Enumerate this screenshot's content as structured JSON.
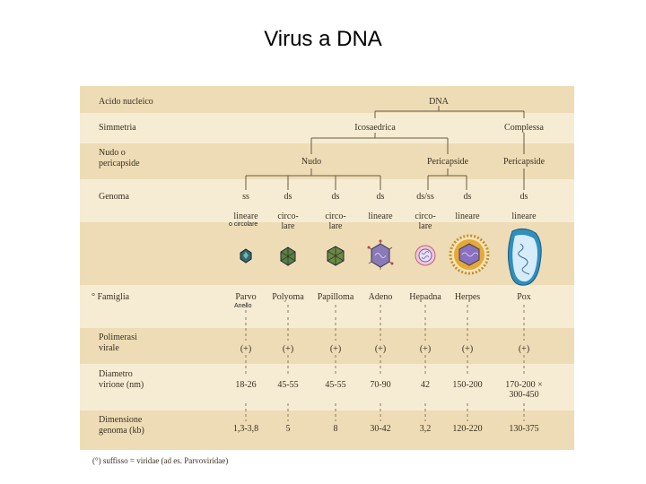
{
  "title": "Virus a DNA",
  "rows": {
    "acido": "Acido nucleico",
    "simmetria": "Simmetria",
    "nudo": "Nudo o\npericapside",
    "genoma": "Genoma",
    "famiglia": "° Famiglia",
    "polimerasi": "Polimerasi\nvirale",
    "diametro": "Diametro\nvirione (nm)",
    "dimensione": "Dimensione\ngenoma (kb)"
  },
  "tree": {
    "dna": "DNA",
    "icosaedrica": "Icosaedrica",
    "complessa": "Complessa",
    "nudo": "Nudo",
    "pericapside_a": "Pericapside",
    "pericapside_b": "Pericapside"
  },
  "columns": [
    {
      "genoma": "ss",
      "forma": "lineare",
      "famiglia": "Parvo",
      "polimerasi": "(+)",
      "diametro": "18-26",
      "dimensione": "1,3-3,8"
    },
    {
      "genoma": "ds",
      "forma": "circo-\nlare",
      "famiglia": "Polyoma",
      "polimerasi": "(+)",
      "diametro": "45-55",
      "dimensione": "5"
    },
    {
      "genoma": "ds",
      "forma": "circo-\nlare",
      "famiglia": "Papilloma",
      "polimerasi": "(+)",
      "diametro": "45-55",
      "dimensione": "8"
    },
    {
      "genoma": "ds",
      "forma": "lineare",
      "famiglia": "Adeno",
      "polimerasi": "(+)",
      "diametro": "70-90",
      "dimensione": "30-42"
    },
    {
      "genoma": "ds/ss",
      "forma": "circo-\nlare",
      "famiglia": "Hepadna",
      "polimerasi": "(+)",
      "diametro": "42",
      "dimensione": "3,2"
    },
    {
      "genoma": "ds",
      "forma": "lineare",
      "famiglia": "Herpes",
      "polimerasi": "(+)",
      "diametro": "150-200",
      "dimensione": "120-220"
    },
    {
      "genoma": "ds",
      "forma": "lineare",
      "famiglia": "Pox",
      "polimerasi": "(+)",
      "diametro": "170-200 ×\n300-450",
      "dimensione": "130-375"
    }
  ],
  "annotations": {
    "o_circolare": "o circolare",
    "anello": "Anello"
  },
  "footnote": "(°) suffisso = viridae (ad es. Parvoviridae)",
  "colors": {
    "panel": "#f6ecd4",
    "band": "#eedcb6",
    "text": "#3a3020"
  }
}
